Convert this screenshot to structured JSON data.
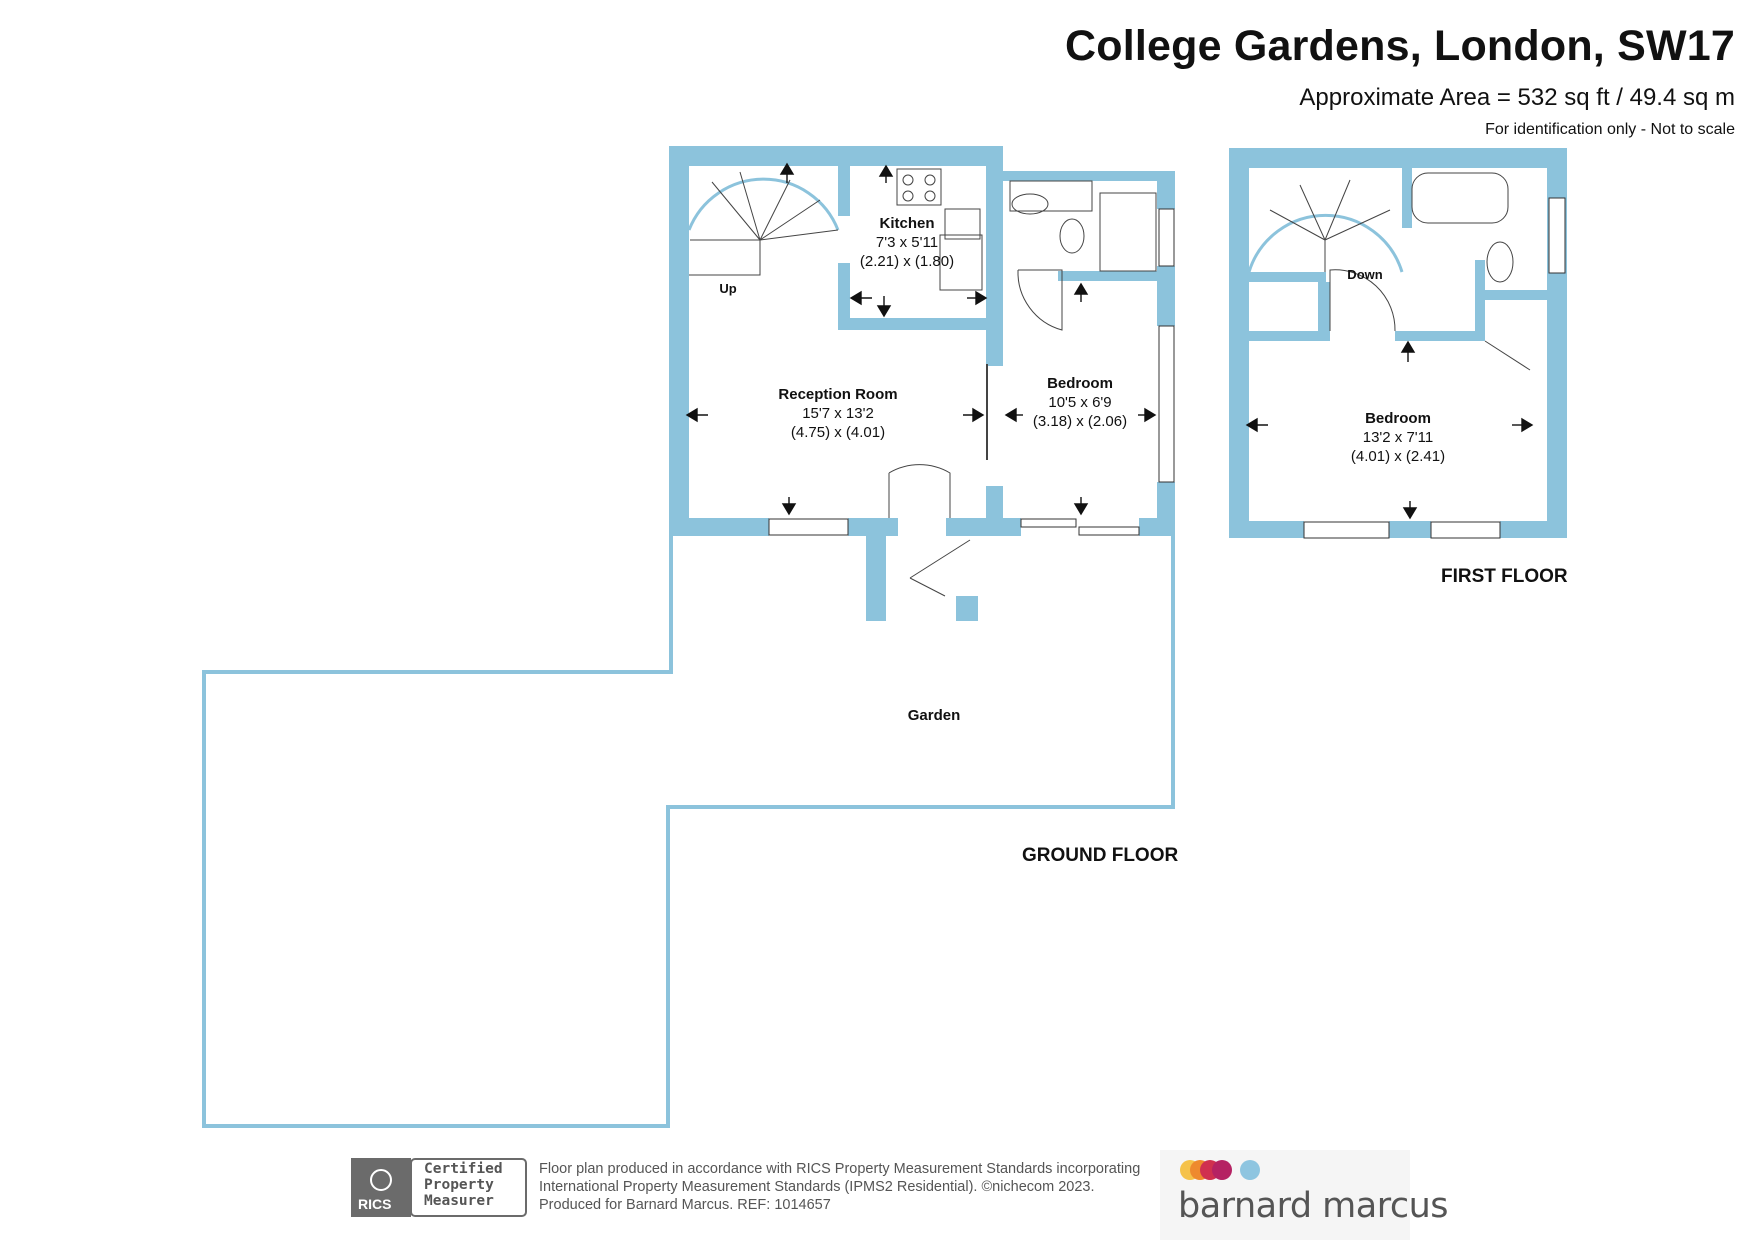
{
  "header": {
    "title": "College Gardens, London, SW17",
    "area": "Approximate Area = 532 sq ft / 49.4 sq m",
    "note": "For identification only - Not to scale"
  },
  "colors": {
    "wall": "#8cc3dc",
    "text": "#111111",
    "footer": "#555555"
  },
  "ground_floor": {
    "name": "GROUND FLOOR",
    "rooms": {
      "kitchen": {
        "name": "Kitchen",
        "imperial": "7'3 x 5'11",
        "metric": "(2.21) x (1.80)"
      },
      "reception": {
        "name": "Reception Room",
        "imperial": "15'7 x 13'2",
        "metric": "(4.75) x (4.01)"
      },
      "bedroom": {
        "name": "Bedroom",
        "imperial": "10'5 x 6'9",
        "metric": "(3.18) x (2.06)"
      },
      "garden": {
        "name": "Garden"
      }
    },
    "stairs_label": "Up"
  },
  "first_floor": {
    "name": "FIRST FLOOR",
    "rooms": {
      "bedroom": {
        "name": "Bedroom",
        "imperial": "13'2 x 7'11",
        "metric": "(4.01) x (2.41)"
      }
    },
    "stairs_label": "Down"
  },
  "footer": {
    "badge": {
      "org": "RICS",
      "line1": "Certified",
      "line2": "Property",
      "line3": "Measurer"
    },
    "line1": "Floor plan produced in accordance with RICS Property Measurement Standards incorporating",
    "line2": "International Property Measurement Standards (IPMS2 Residential).   ©nichecom 2023.",
    "line3": "Produced for Barnard Marcus.   REF:  1014657",
    "brand": "barnard marcus"
  }
}
